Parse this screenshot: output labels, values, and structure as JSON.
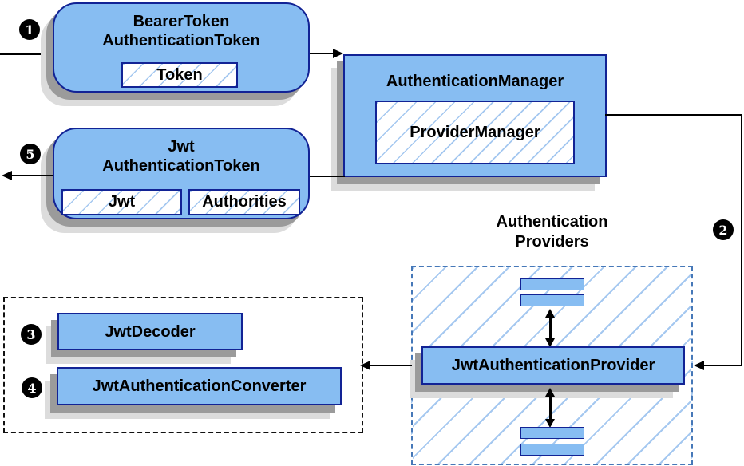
{
  "colors": {
    "node_fill": "#87BDF2",
    "node_border": "#122395",
    "hatch_line": "#A5C8F0",
    "shadow_dark": "#9B9B9B",
    "shadow_light": "#DCDCDC",
    "dashed_blue": "#4678B8",
    "dashed_black": "#111111",
    "line": "#000000",
    "badge_bg": "#000000",
    "badge_text": "#FFFFFF"
  },
  "nodes": {
    "bearer_token": {
      "line1": "BearerToken",
      "line2": "AuthenticationToken",
      "field": "Token"
    },
    "authentication_manager": {
      "title": "AuthenticationManager",
      "inner": "ProviderManager"
    },
    "jwt_authentication_token": {
      "line1": "Jwt",
      "line2": "AuthenticationToken",
      "field_jwt": "Jwt",
      "field_authorities": "Authorities"
    },
    "authentication_providers_label": {
      "line1": "Authentication",
      "line2": "Providers"
    },
    "jwt_authentication_provider": {
      "title": "JwtAuthenticationProvider"
    },
    "jwt_decoder": {
      "title": "JwtDecoder"
    },
    "jwt_authentication_converter": {
      "title": "JwtAuthenticationConverter"
    }
  },
  "badges": {
    "step1": "1",
    "step2": "2",
    "step3": "3",
    "step4": "4",
    "step5": "5"
  }
}
